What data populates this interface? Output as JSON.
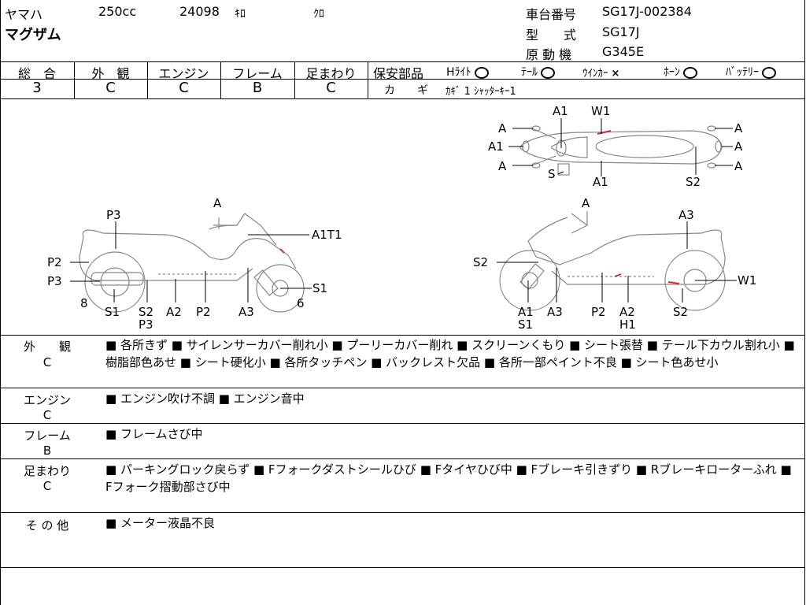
{
  "header": {
    "maker": "ヤマハ",
    "cc": "250cc",
    "km": "24098",
    "km_unit": "ｷﾛ",
    "color": "ｸﾛ",
    "model_name": "マグザム",
    "frame_label": "車台番号",
    "frame_no": "SG17J-002384",
    "type_label": "型　　式",
    "type_no": "SG17J",
    "engine_label": "原 動 機",
    "engine_no": "G345E"
  },
  "grades": {
    "headers": [
      "総　合",
      "外　観",
      "エンジン",
      "フレーム",
      "足まわり"
    ],
    "values": [
      "3",
      "C",
      "C",
      "B",
      "C"
    ]
  },
  "safety": {
    "label": "保安部品",
    "items": [
      {
        "name": "Hﾗｲﾄ",
        "mark": "circle"
      },
      {
        "name": "ﾃｰﾙ",
        "mark": "circle"
      },
      {
        "name": "ｳｲﾝｶｰ",
        "mark": "x"
      },
      {
        "name": "ﾎｰﾝ",
        "mark": "circle"
      },
      {
        "name": "ﾊﾞｯﾃﾘｰ",
        "mark": "circle"
      }
    ],
    "key_label": "カ　　ギ",
    "key_value": "ｶｷﾞ 1  ｼｬｯﾀｰｷｰ1",
    "x_symbol": "×"
  },
  "diagram": {
    "top_labels": {
      "a_left_1": "A",
      "a_left_2": "A1",
      "a_left_3": "A",
      "a1_top": "A1",
      "w1_top": "W1",
      "s_bottom": "S",
      "a1_bottom": "A1",
      "a_right_1": "A",
      "a_right_2": "A",
      "a_right_3": "A",
      "s2_right": "S2"
    },
    "left_labels": {
      "a_mirror": "A",
      "p3_top": "P3",
      "a1t1": "A1T1",
      "p2_left": "P2",
      "p3_left": "P3",
      "s1_right": "S1",
      "n8": "8",
      "n6": "6",
      "b_s1": "S1",
      "b_s2": "S2",
      "b_p3": "P3",
      "b_a2": "A2",
      "b_p2": "P2",
      "b_a3": "A3"
    },
    "right_labels": {
      "a_mirror": "A",
      "a3_top": "A3",
      "s2_left": "S2",
      "w1_right": "W1",
      "b_a1": "A1",
      "b_s1": "S1",
      "b_a3": "A3",
      "b_p2": "P2",
      "b_a2": "A2",
      "b_h1": "H1",
      "b_s2": "S2"
    }
  },
  "details": [
    {
      "label": "外　　観",
      "grade": "C",
      "text": "■ 各所きず ■ サイレンサーカバー削れ小 ■ プーリーカバー削れ ■ スクリーンくもり ■ シート張替 ■ テール下カウル割れ小 ■ 樹脂部色あせ ■ シート硬化小 ■ 各所タッチペン ■ バックレスト欠品 ■ 各所一部ペイント不良 ■ シート色あせ小"
    },
    {
      "label": "エンジン",
      "grade": "C",
      "text": "■ エンジン吹け不調 ■ エンジン音中"
    },
    {
      "label": "フレーム",
      "grade": "B",
      "text": "■ フレームさび中"
    },
    {
      "label": "足まわり",
      "grade": "C",
      "text": "■ パーキングロック戻らず ■ Fフォークダストシールひび ■ Fタイヤひび中 ■ Fブレーキ引きずり ■ Rブレーキローターふれ ■ Fフォーク摺動部さび中"
    },
    {
      "label": "そ の 他",
      "grade": "",
      "text": "■ メーター液晶不良"
    }
  ]
}
